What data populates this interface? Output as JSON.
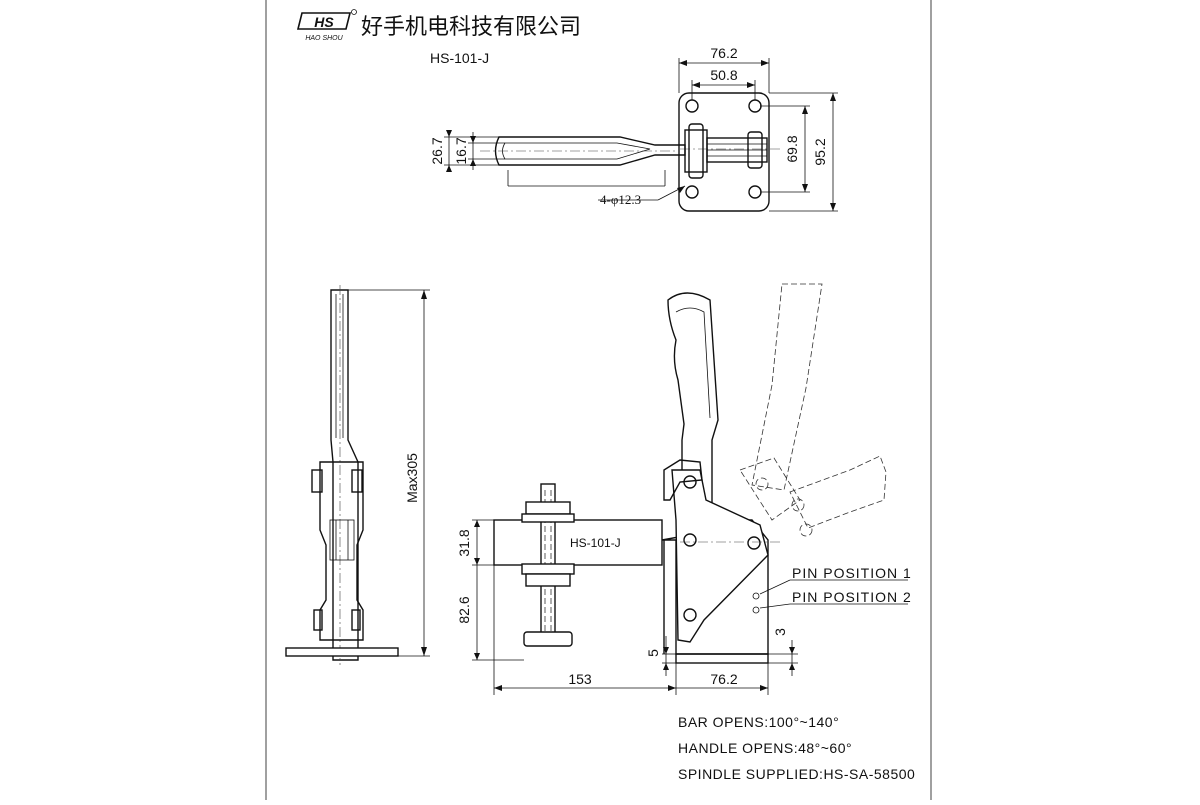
{
  "company": {
    "logo_text": "HS",
    "logo_sub": "HAO SHOU",
    "name": "好手机电科技有限公司"
  },
  "model": "HS-101-J",
  "top_view": {
    "dims": {
      "width_outer": "76.2",
      "width_inner": "50.8",
      "height_inner": "69.8",
      "height_outer": "95.2",
      "handle_outer": "26.7",
      "handle_inner": "16.7",
      "holes": "4-φ12.3"
    }
  },
  "side_view": {
    "dims": {
      "max_height": "Max305"
    }
  },
  "front_view": {
    "bar_label": "HS-101-J",
    "dims": {
      "bar_height": "31.8",
      "spindle_height": "82.6",
      "bar_length": "153",
      "base_length": "76.2",
      "base_thickness": "5",
      "offset": "3"
    },
    "pins": [
      "PIN POSITION 1",
      "PIN POSITION 2"
    ]
  },
  "specs": [
    "BAR OPENS:100°~140°",
    "HANDLE OPENS:48°~60°",
    "SPINDLE SUPPLIED:HS-SA-58500"
  ]
}
